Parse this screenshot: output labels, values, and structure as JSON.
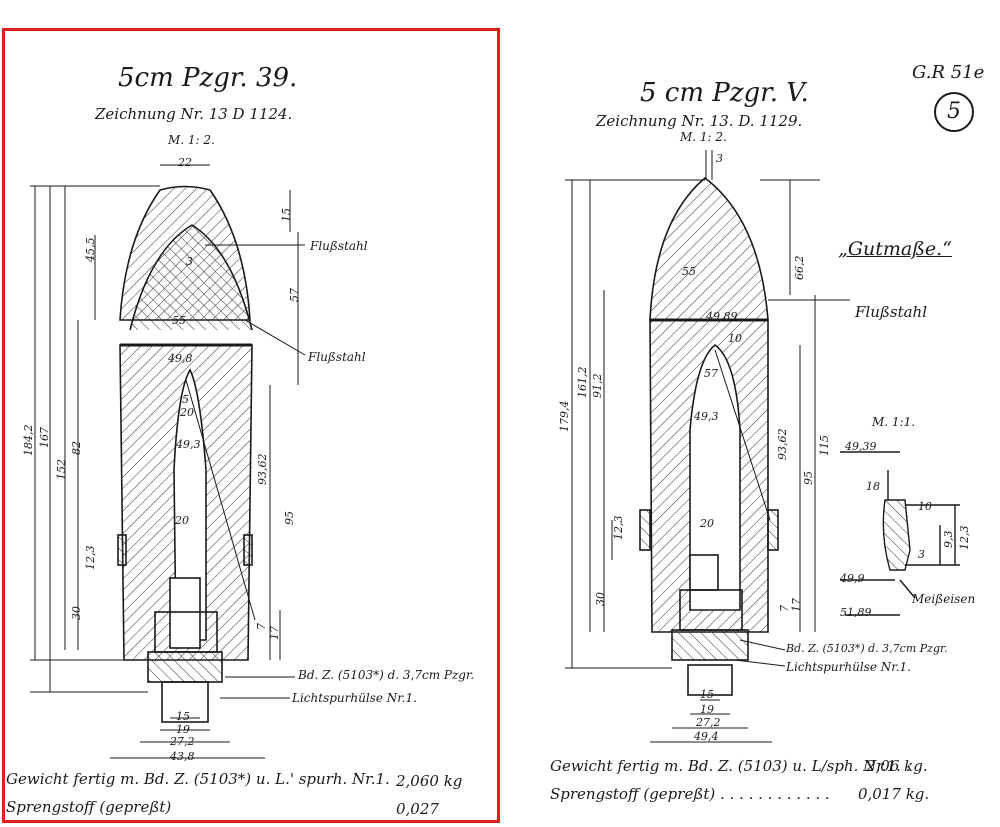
{
  "sheet": {
    "ref": "G.R 51e",
    "page_number": "5"
  },
  "left": {
    "title": "5cm Pzgr. 39.",
    "drawing": "Zeichnung Nr. 13 D 1124.",
    "scale": "M. 1: 2.",
    "dims_top": [
      "22",
      "15",
      "45,5",
      "3",
      "57"
    ],
    "dims_side": [
      "184,2",
      "167",
      "152",
      "82",
      "30",
      "12,3",
      "95",
      "93,62",
      "17",
      "7"
    ],
    "dims_inner": [
      "55",
      "49,8",
      "5",
      "20",
      "49,3",
      "20"
    ],
    "dims_bottom": [
      "15",
      "19",
      "27,2",
      "43,8"
    ],
    "labels": {
      "material_1": "Flußstahl",
      "material_2": "Flußstahl",
      "fuze": "Bd. Z. (5103*) d. 3,7cm Pzgr.",
      "tracer": "Lichtspurhülse Nr.1."
    },
    "footer": {
      "weight_label": "Gewicht fertig m. Bd. Z. (5103*) u. L.' spurh. Nr.1.",
      "weight_value": "2,060 kg",
      "charge_label": "Sprengstoff (gepreßt)",
      "charge_value": "0,027"
    }
  },
  "right": {
    "title": "5 cm Pzgr. V.",
    "drawing": "Zeichnung Nr. 13. D. 1129.",
    "scale": "M. 1: 2.",
    "dims_top": [
      "3",
      "66,2"
    ],
    "dims_side": [
      "179,4",
      "161,2",
      "91,2",
      "30",
      "12,3",
      "115",
      "95",
      "93,62",
      "17",
      "7"
    ],
    "dims_inner": [
      "55",
      "49,89",
      "10",
      "57",
      "49,3",
      "20"
    ],
    "dims_bottom": [
      "15",
      "19",
      "27,2",
      "49,4"
    ],
    "labels": {
      "gutmasse": "„Gutmaße.“",
      "material": "Flußstahl",
      "fuze": "Bd. Z. (5103*) d. 3,7cm Pzgr.",
      "tracer": "Lichtspurhülse Nr.1."
    },
    "detail": {
      "scale": "M. 1:1.",
      "d1": "49,39",
      "d2": "18",
      "d3": "10",
      "d4": "3",
      "d5": "9,3",
      "d6": "12,3",
      "d7": "49,9",
      "d8": "51,89",
      "label": "Meißeisen"
    },
    "footer": {
      "weight_label": "Gewicht fertig m. Bd. Z. (5103) u. L/sph. Nr.1. .",
      "weight_value": "2,06 kg.",
      "charge_label": "Sprengstoff (gepreßt) . . . . . . . . . . . .",
      "charge_value": "0,017 kg."
    }
  }
}
